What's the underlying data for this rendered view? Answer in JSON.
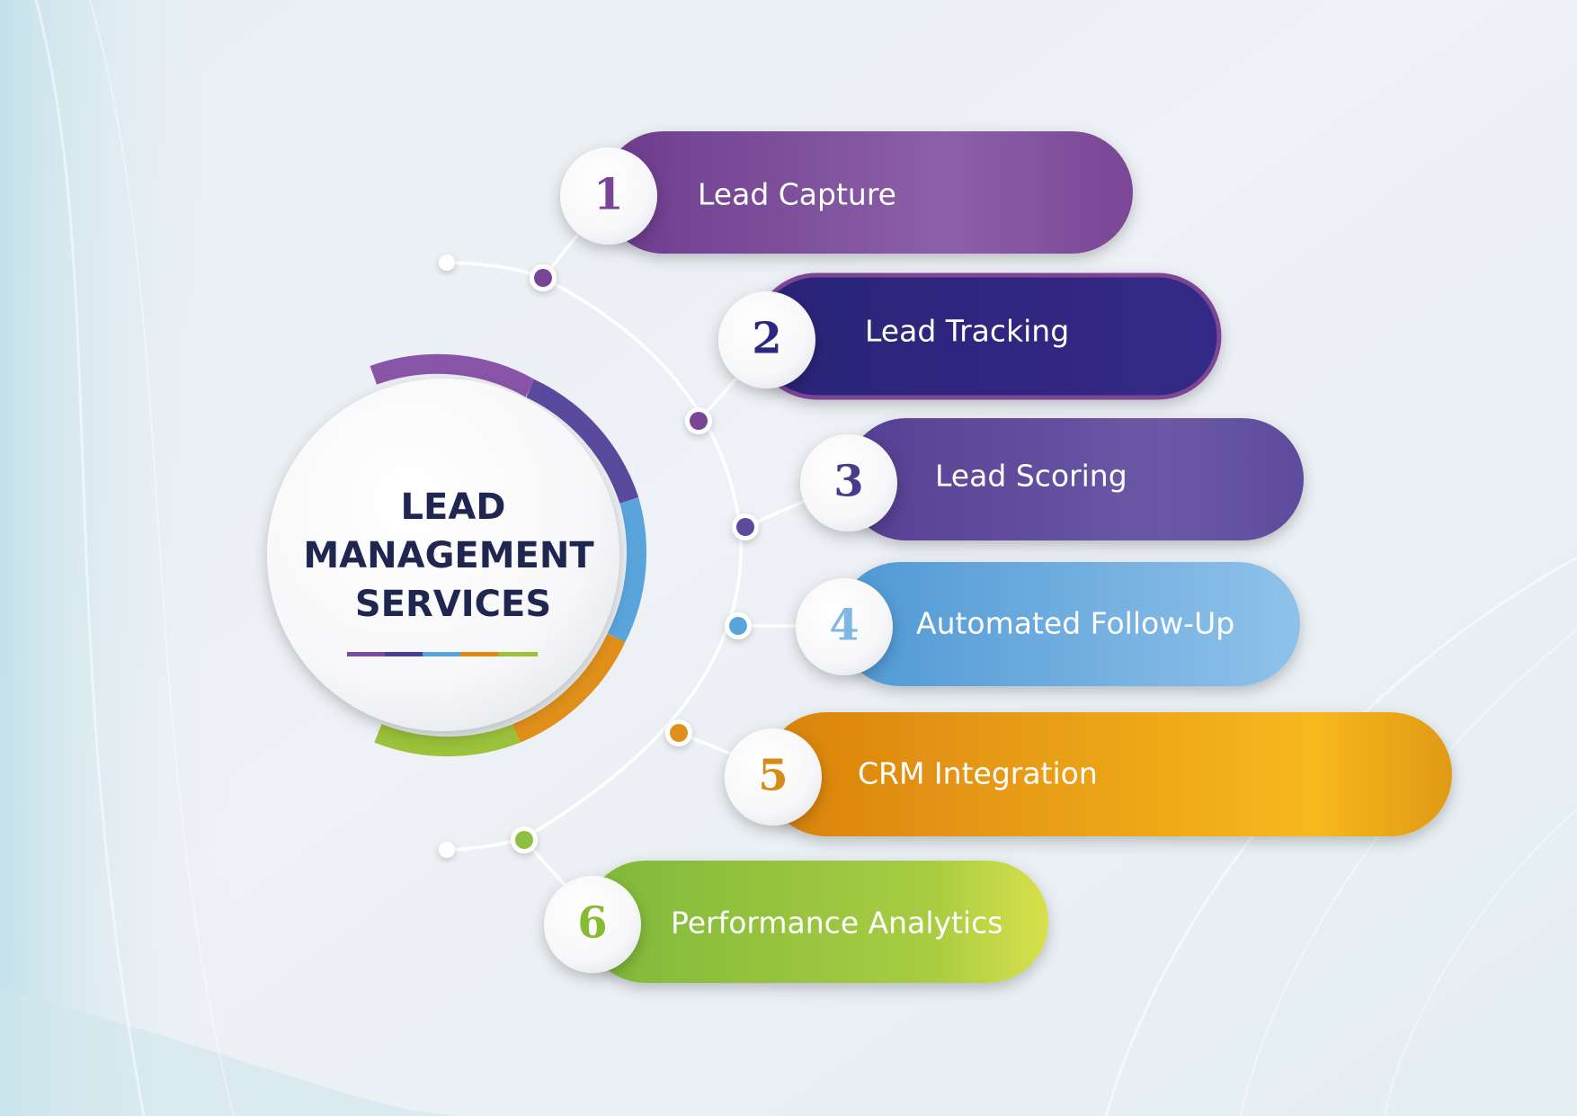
{
  "title": {
    "lines": [
      "LEAD",
      "MANAGEMENT",
      "SERVICES"
    ],
    "underline_colors": [
      "#7b4b9a",
      "#4a3f96",
      "#5aa4dc",
      "#e08a10",
      "#9bc23a"
    ],
    "ring_colors": [
      "#8a54a8",
      "#5a4a9e",
      "#5aa4dc",
      "#e0901a",
      "#9bc23a"
    ]
  },
  "steps": [
    {
      "number": "1",
      "label": "Lead Capture",
      "color": "#7b4596",
      "number_color": "#7b4596"
    },
    {
      "number": "2",
      "label": "Lead Tracking",
      "color": "#2e2780",
      "number_color": "#2e2780"
    },
    {
      "number": "3",
      "label": "Lead Scoring",
      "color": "#5d4a9c",
      "number_color": "#4a3a8a"
    },
    {
      "number": "4",
      "label": "Automated Follow-Up",
      "color": "#5aa4dc",
      "number_color": "#7db8e4"
    },
    {
      "number": "5",
      "label": "CRM Integration",
      "color": "#e0901a",
      "number_color": "#d98a12"
    },
    {
      "number": "6",
      "label": "Performance Analytics",
      "color": "#8cc03e",
      "number_color": "#86bb34"
    }
  ],
  "connector_dot_colors": [
    "#7b4596",
    "#7b4596",
    "#5d4a9c",
    "#5aa4dc",
    "#e0901a",
    "#8cc03e"
  ]
}
